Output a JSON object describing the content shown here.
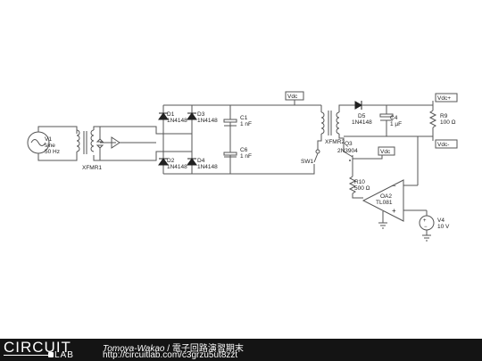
{
  "components": {
    "v1": {
      "name": "V1",
      "type": "sine",
      "freq": "50 Hz"
    },
    "xfmr1": {
      "name": "XFMR1"
    },
    "d1": {
      "name": "D1",
      "part": "1N4148"
    },
    "d2": {
      "name": "D2",
      "part": "1N4148"
    },
    "d3": {
      "name": "D3",
      "part": "1N4148"
    },
    "d4": {
      "name": "D4",
      "part": "1N4148"
    },
    "c1": {
      "name": "C1",
      "value": "1 nF"
    },
    "c6": {
      "name": "C6",
      "value": "1 nF"
    },
    "vdc1": "Vdc",
    "xfmr2": {
      "name": "XFMR2"
    },
    "sw1": {
      "name": "SW1"
    },
    "q3": {
      "name": "Q3",
      "part": "2N3904"
    },
    "vdc2": "Vdc",
    "d5": {
      "name": "D5",
      "part": "1N4148"
    },
    "c4": {
      "name": "C4",
      "value": "1 µF"
    },
    "vdcp": "Vdc+",
    "r9": {
      "name": "R9",
      "value": "100 Ω"
    },
    "vdcm": "Vdc-",
    "r10": {
      "name": "R10",
      "value": "500 Ω"
    },
    "oa2": {
      "name": "OA2",
      "part": "TL081",
      "minus": "−",
      "plus": "+"
    },
    "v4": {
      "name": "V4",
      "value": "10 V",
      "plus": "+",
      "minus": "−"
    }
  },
  "footer": {
    "logo_top": "CIRCUIT",
    "logo_bottom": "LAB",
    "author": "Tomoya-Wakao",
    "separator": " / ",
    "project": "電子回路演習期末",
    "url": "http://circuitlab.com/c3grzu5ut8zzt"
  },
  "colors": {
    "wire": "#555555",
    "part": "#222222",
    "label": "#222222",
    "footer_bg": "#141414"
  }
}
